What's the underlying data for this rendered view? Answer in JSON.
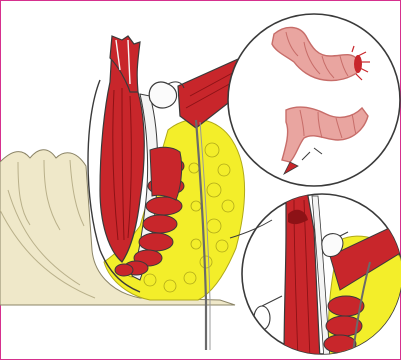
{
  "figure": {
    "kind": "medical-illustration",
    "subject": "anorectal-anatomy-cross-section",
    "insets": [
      "colon-segments-inset",
      "sphincter-closeup-inset"
    ]
  },
  "palette": {
    "border": "#d6308e",
    "muscle": "#c8262b",
    "muscle_dark": "#8d1216",
    "fat": "#f3ee2a",
    "fat_outline": "#b0a919",
    "colon": "#e9a5a0",
    "colon_dark": "#c76d69",
    "skin": "#efe8c9",
    "outline": "#3a3a3a",
    "membrane": "#f4f4f4"
  }
}
